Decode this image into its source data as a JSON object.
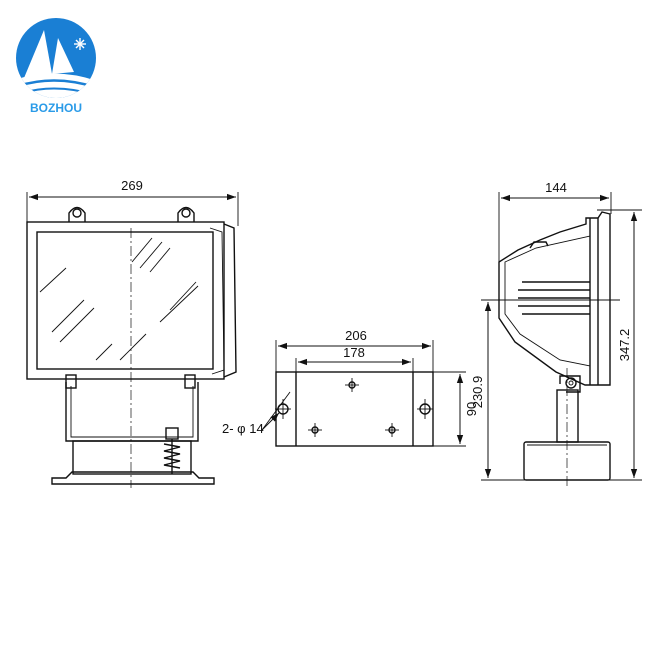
{
  "logo": {
    "brand_name": "BOZHOU",
    "logo_color": "#1a7fd4",
    "accent_color": "#2a9be8"
  },
  "front_view": {
    "width_dimension": "269"
  },
  "bracket_view": {
    "outer_hole_spacing": "206",
    "inner_hole_spacing": "178",
    "height_dimension": "90",
    "hole_callout": "2- φ 14"
  },
  "side_view": {
    "depth_dimension": "144",
    "mount_height": "230.9",
    "overall_height": "347.2"
  }
}
